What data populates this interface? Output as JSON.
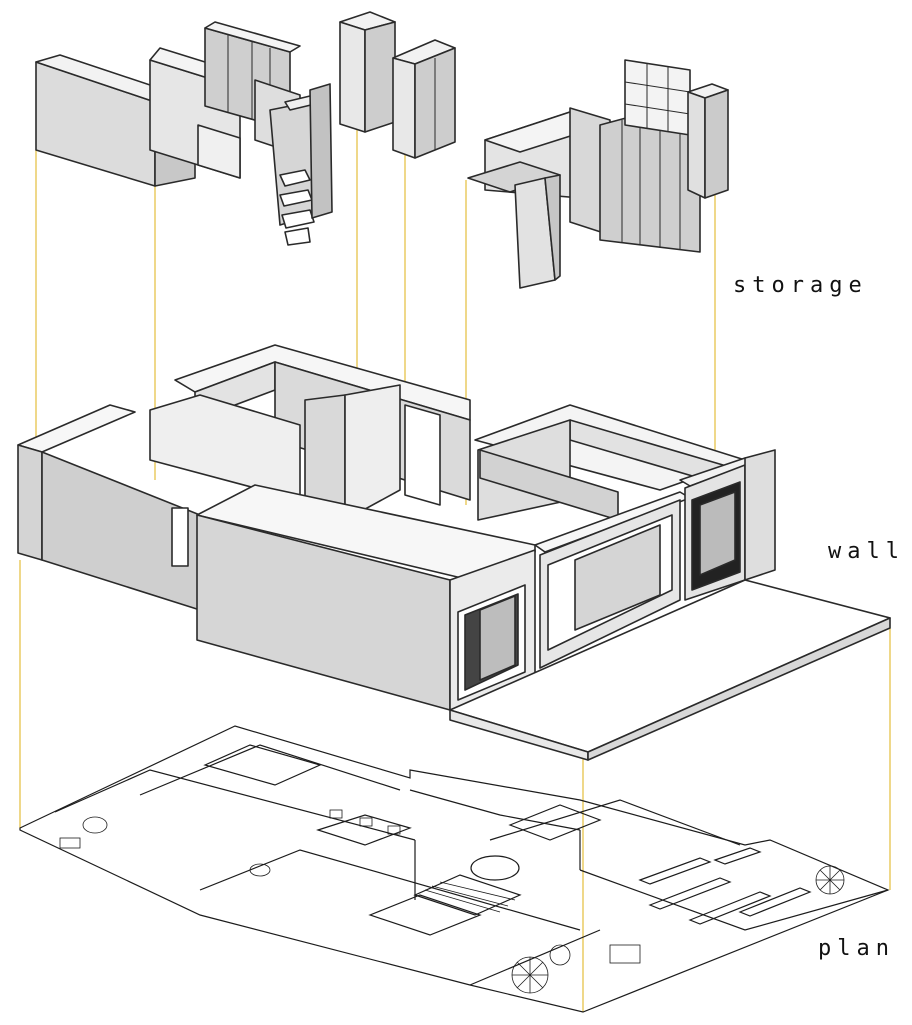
{
  "labels": {
    "storage": "storage",
    "wall": "wall",
    "plan": "plan"
  },
  "colors": {
    "face_light": "#f1f1f1",
    "face_mid": "#dcdcdc",
    "face_dark": "#c8c8c8",
    "edge": "#2a2a2a",
    "guide": "#e6c34a"
  }
}
